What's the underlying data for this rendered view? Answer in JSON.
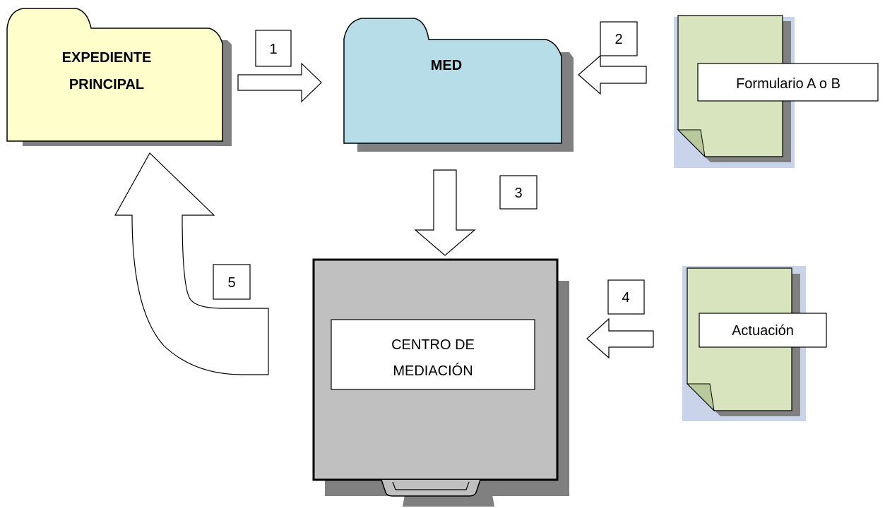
{
  "folders": {
    "expediente": {
      "line1": "EXPEDIENTE",
      "line2": "PRINCIPAL",
      "fill": "#FFFFCC"
    },
    "med": {
      "label": "MED",
      "fill": "#B7DDE8"
    }
  },
  "documents": {
    "formulario": {
      "label": "Formulario A o B",
      "fill": "#D7E4BD"
    },
    "actuacion": {
      "label": "Actuación",
      "fill": "#D7E4BD"
    }
  },
  "centro": {
    "line1": "CENTRO DE",
    "line2": "MEDIACIÓN",
    "fill": "#C0C0C0"
  },
  "steps": [
    "1",
    "2",
    "3",
    "4",
    "5"
  ],
  "colors": {
    "shadow": "#808080",
    "outline": "#000000",
    "page_shadow": "#C9D3EA"
  }
}
